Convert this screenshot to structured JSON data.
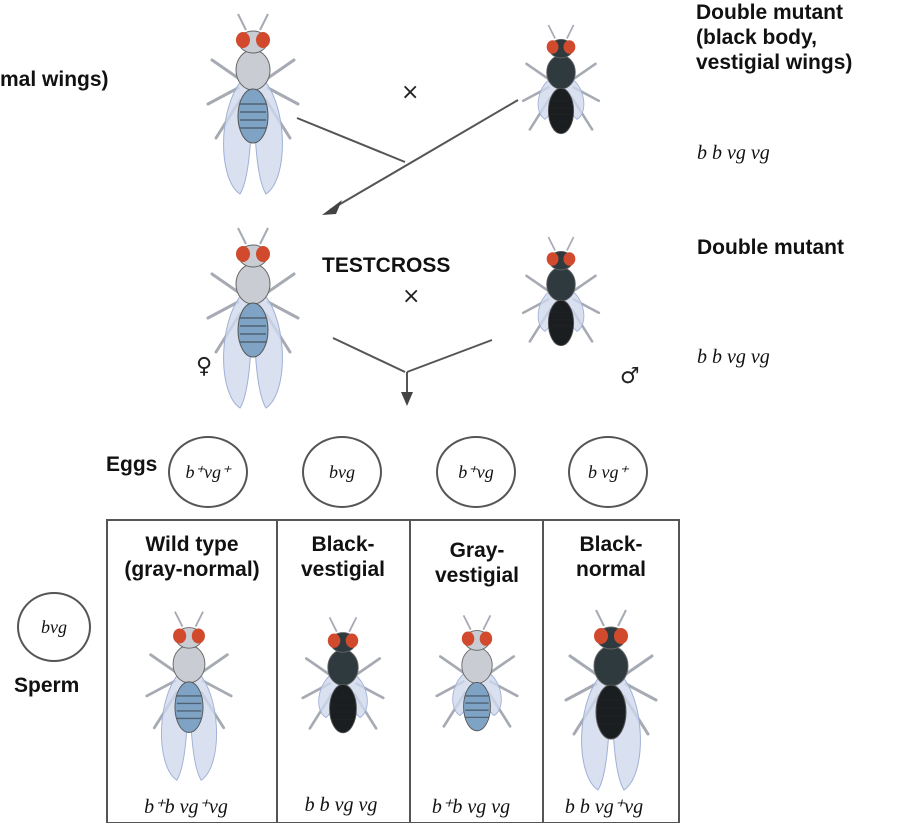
{
  "parents": {
    "left_label": "mal wings)",
    "right_label_lines": [
      "Double mutant",
      "(black body,",
      "vestigial wings)"
    ],
    "right_genotype": "b b vg vg",
    "cross_symbol": "×"
  },
  "testcross": {
    "label": "TESTCROSS",
    "cross_symbol": "×",
    "right_label": "Double mutant",
    "right_genotype": "b b vg vg",
    "female_symbol": "♀",
    "male_symbol": "♂"
  },
  "eggs": {
    "label": "Eggs",
    "gametes": [
      "b⁺vg⁺",
      "bvg",
      "b⁺vg",
      "b vg⁺"
    ]
  },
  "sperm": {
    "label": "Sperm",
    "gamete": "bvg"
  },
  "offspring": [
    {
      "title_lines": [
        "Wild type",
        "(gray-normal)"
      ],
      "genotype": "b⁺b vg⁺vg",
      "body": "gray",
      "wings": "normal"
    },
    {
      "title_lines": [
        "Black-",
        "vestigial"
      ],
      "genotype": "b b vg vg",
      "body": "black",
      "wings": "vestigial"
    },
    {
      "title_lines": [
        "Gray-",
        "vestigial"
      ],
      "genotype": "b⁺b vg vg",
      "body": "gray",
      "wings": "vestigial"
    },
    {
      "title_lines": [
        "Black-",
        "normal"
      ],
      "genotype": "b b vg⁺vg",
      "body": "black",
      "wings": "normal"
    }
  ],
  "colors": {
    "gray_body": "#c9ccd2",
    "gray_abdomen": "#7fa3c4",
    "black_body": "#2f3a3f",
    "black_abdomen": "#1b1e20",
    "eye": "#d24a2e",
    "wing": "#cfd9ee",
    "legs": "#a6aab2",
    "lines": "#555555"
  }
}
